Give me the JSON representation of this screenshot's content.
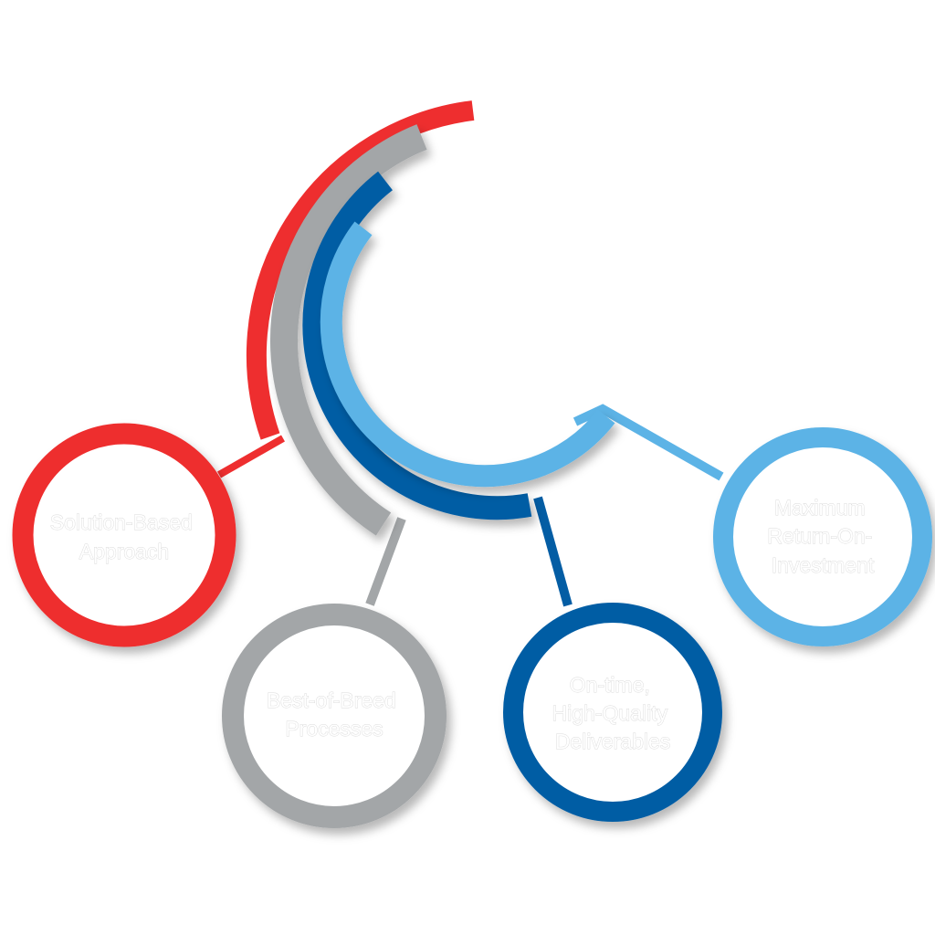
{
  "nodes": [
    {
      "id": "solution",
      "lines": [
        "Solution-Based",
        "Approach"
      ],
      "color": "#ee2e2f"
    },
    {
      "id": "best",
      "lines": [
        "Best-of-Breed",
        "Processes"
      ],
      "color": "#a3a6a8"
    },
    {
      "id": "ontime",
      "lines": [
        "On-time,",
        "High-Quality",
        "Deliverables"
      ],
      "color": "#045da4"
    },
    {
      "id": "maximum",
      "lines": [
        "Maximum",
        "Return-On-",
        "Investment"
      ],
      "color": "#5cb3e6"
    }
  ]
}
